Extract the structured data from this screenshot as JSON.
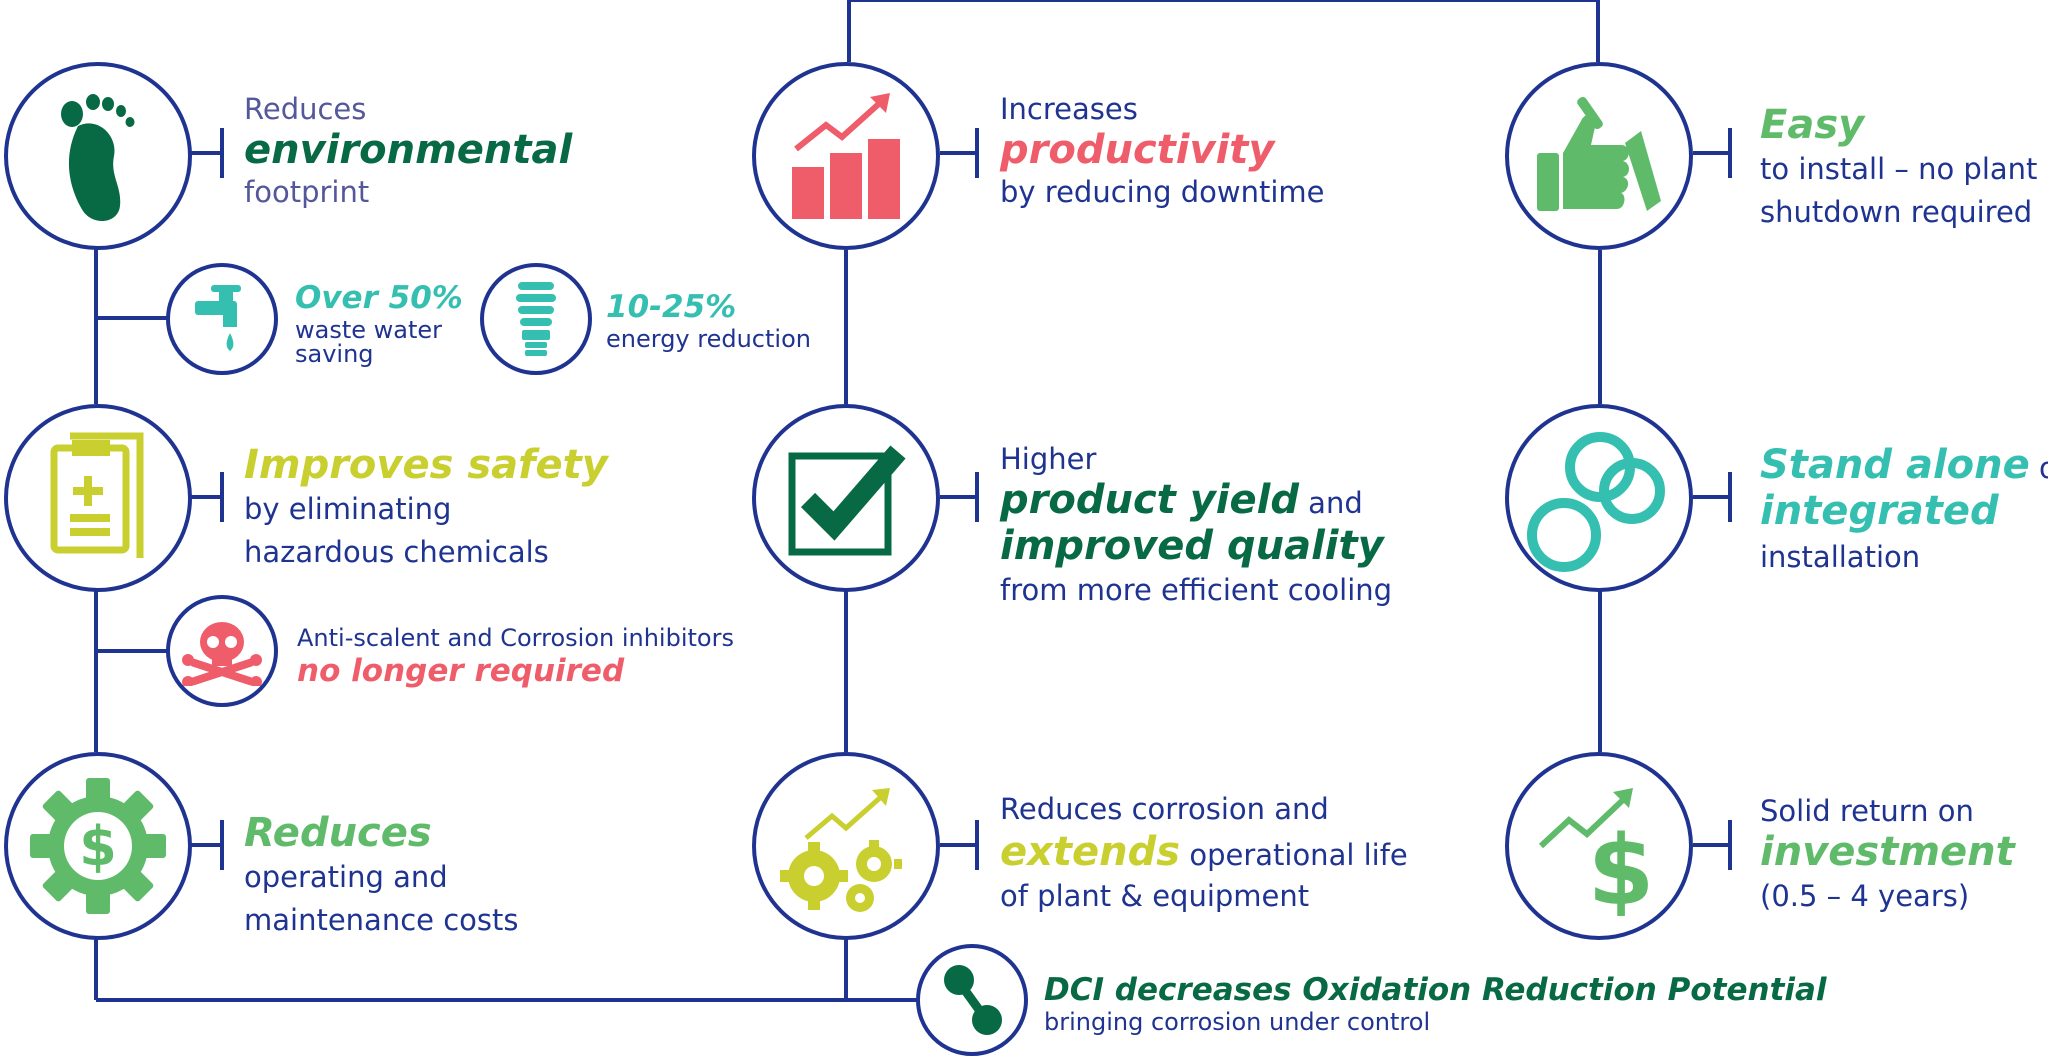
{
  "colors": {
    "navy": "#1f3391",
    "dark_green": "#076a45",
    "green": "#5fbb6a",
    "teal": "#35bfb1",
    "coral": "#ef5d6b",
    "lime": "#c8cf2e",
    "muted_blue": "#55579b"
  },
  "icons": {
    "footprint": "footprint-icon",
    "faucet": "faucet-icon",
    "bulb": "light-bulb-icon",
    "clipboard": "clipboard-icon",
    "skull": "skull-crossbones-icon",
    "gear_dollar": "gear-dollar-icon",
    "bar_chart": "bar-chart-trend-icon",
    "checkbox": "checkbox-check-icon",
    "gears_trend": "gears-trend-icon",
    "molecule": "molecule-icon",
    "thumbs_screwdriver": "thumbs-up-screwdriver-icon",
    "rings": "rings-icon",
    "dollar_trend": "dollar-trend-icon"
  },
  "left": {
    "environment": {
      "pre": "Reduces",
      "emph": "environmental",
      "post": "footprint"
    },
    "water": {
      "emph": "Over 50%",
      "line1": "waste water",
      "line2": "saving"
    },
    "energy": {
      "emph": "10-25%",
      "line1": "energy reduction"
    },
    "safety": {
      "emph": "Improves safety",
      "line1": "by eliminating",
      "line2": "hazardous chemicals"
    },
    "chemicals": {
      "line1": "Anti-scalent and Corrosion inhibitors",
      "emph": "no longer required"
    },
    "costs": {
      "emph": "Reduces",
      "line1": "operating and",
      "line2": "maintenance costs"
    }
  },
  "middle": {
    "productivity": {
      "pre": "Increases",
      "emph": "productivity",
      "post": "by reducing downtime"
    },
    "yield": {
      "pre": "Higher",
      "emph1": "product yield",
      "and": " and",
      "emph2": "improved quality",
      "post": "from more efficient cooling"
    },
    "corrosion": {
      "pre": "Reduces corrosion and",
      "emph": "extends",
      "mid": " operational life",
      "post": "of plant & equipment"
    },
    "dci": {
      "emph": "DCI decreases Oxidation Reduction Potential",
      "post": "bringing corrosion under control"
    }
  },
  "right": {
    "install": {
      "emph": "Easy",
      "line1": "to install – no plant",
      "line2": "shutdown required"
    },
    "standalone": {
      "emph1": "Stand alone",
      "or": " or",
      "emph2": "integrated",
      "post": "installation"
    },
    "investment": {
      "pre": "Solid return on",
      "emph": "investment",
      "post": "(0.5 – 4 years)"
    }
  }
}
